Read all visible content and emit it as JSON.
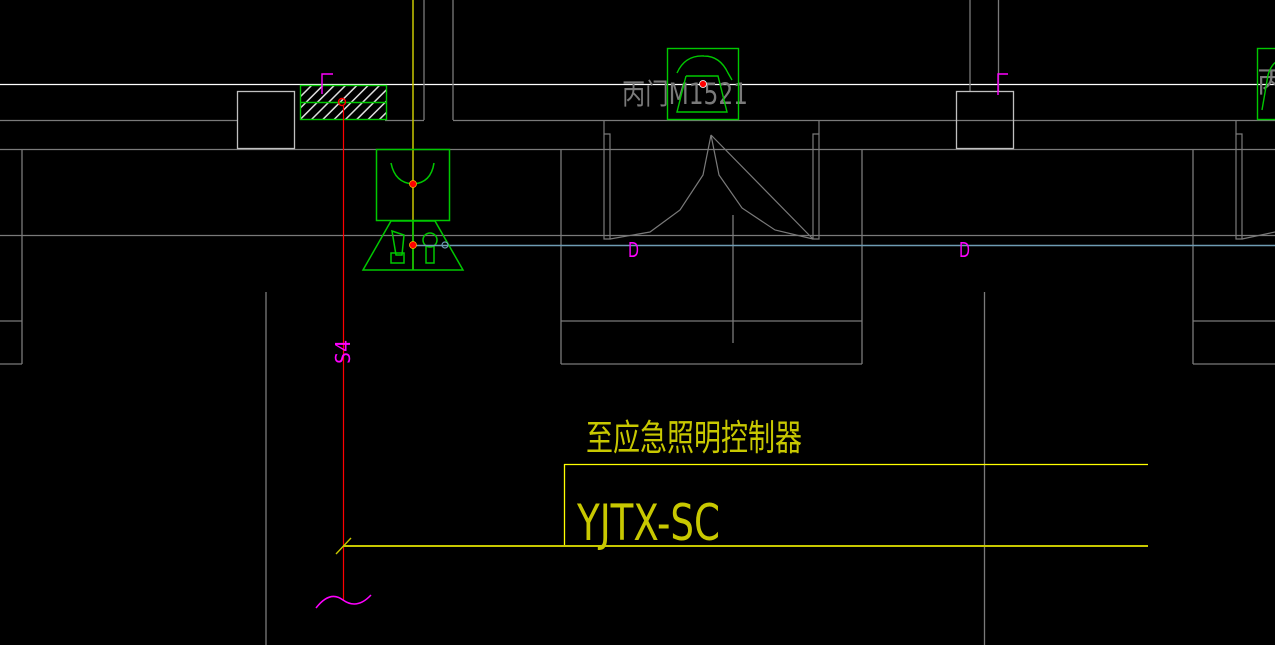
{
  "drawing": {
    "colors": {
      "background": "#000000",
      "wall_white": "#ffffff",
      "wall_gray": "#808080",
      "wall_light": "#c0c0c0",
      "green": "#00c800",
      "yellow": "#c8c800",
      "yellow_bright": "#ffff00",
      "red": "#ff0000",
      "magenta": "#ff00ff",
      "cable_blue": "#6e9cb4"
    },
    "labels": {
      "door_tag_main": "丙门M1521",
      "door_tag_right": "丙",
      "circuit_label": "S4",
      "door_symbol_left": "D",
      "door_symbol_right": "D",
      "destination_note": "至应急照明控制器",
      "cable_spec": "YJTX-SC"
    },
    "symbols": [
      {
        "name": "fire-hydrant-box",
        "type": "hatched-rect"
      },
      {
        "name": "fire-alarm-device",
        "type": "green-box"
      },
      {
        "name": "manual-call-point",
        "type": "green-trapezoid"
      },
      {
        "name": "door-release-device",
        "type": "green-box"
      },
      {
        "name": "break-symbol",
        "type": "wave"
      }
    ]
  }
}
